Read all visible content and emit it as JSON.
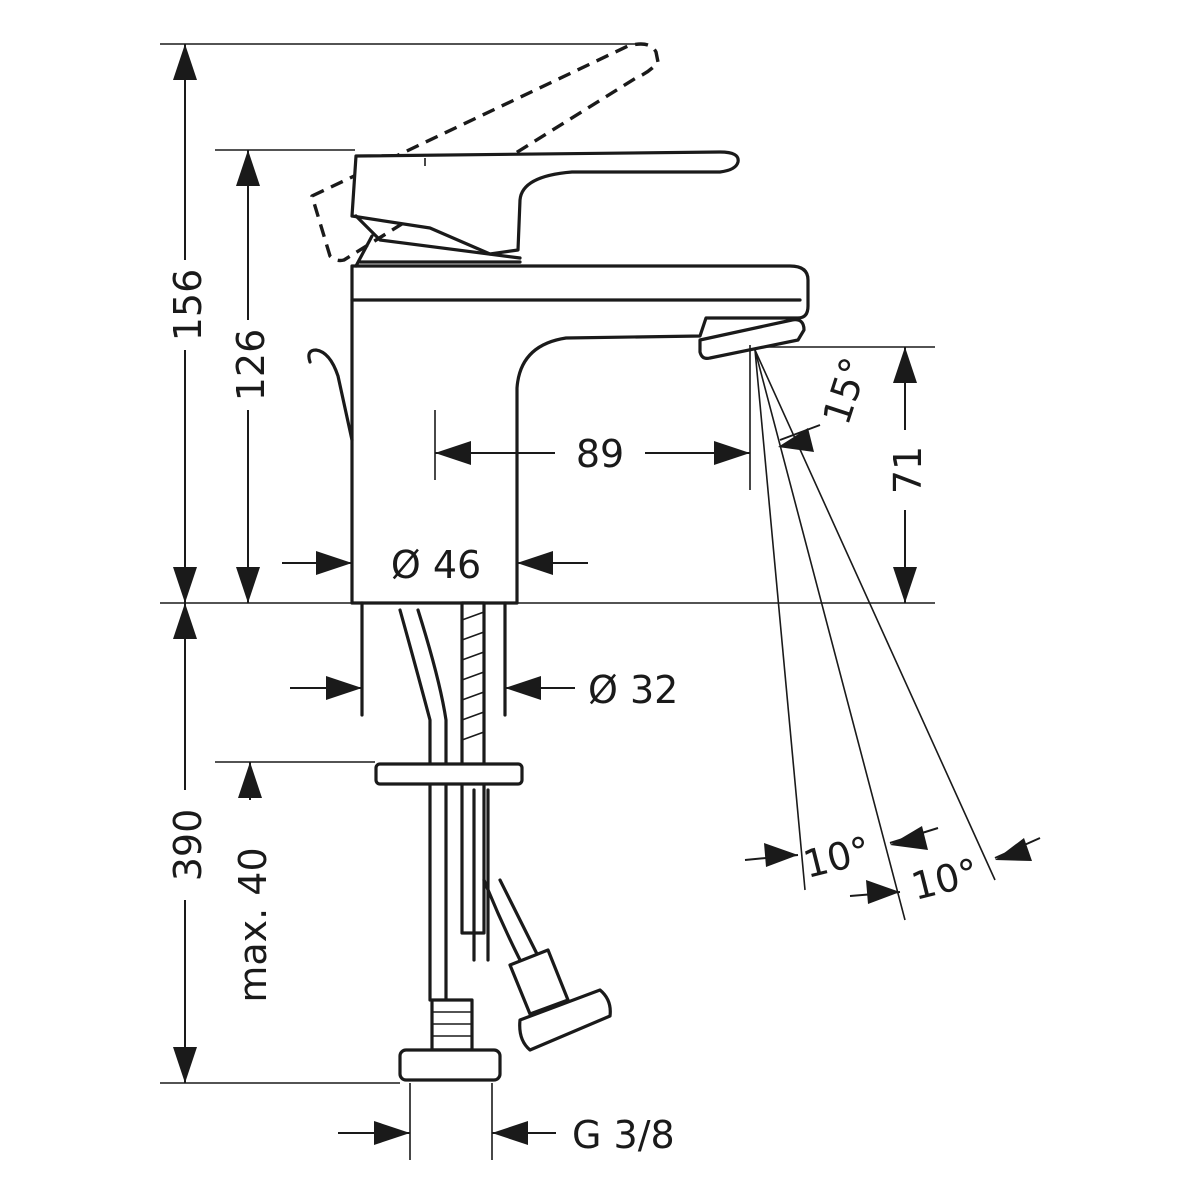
{
  "drawing": {
    "dimensions": {
      "total_height": "156",
      "body_height": "126",
      "spout_height": "71",
      "spout_reach": "89",
      "body_diameter": "Ø 46",
      "shank_diameter": "Ø 32",
      "supply_hose_length": "390",
      "max_counter_thickness": "max. 40",
      "connection_thread": "G 3/8"
    },
    "angles": {
      "spray_tilt": "15°",
      "spray_angle_left": "10°",
      "spray_angle_right": "10°"
    }
  }
}
